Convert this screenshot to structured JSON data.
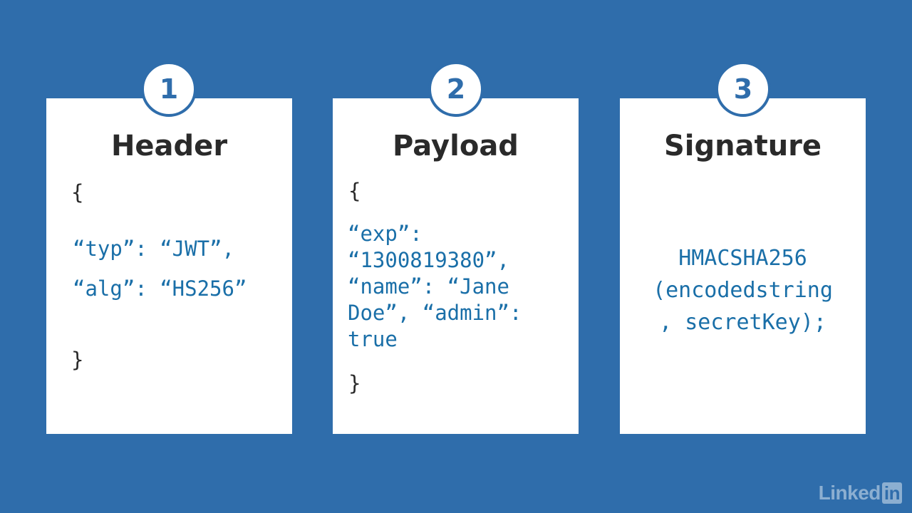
{
  "steps": [
    {
      "number": "1",
      "title": "Header",
      "open_brace": "{",
      "code_lines": [
        "“typ”: “JWT”,",
        "“alg”: “HS256”"
      ],
      "close_brace": "}"
    },
    {
      "number": "2",
      "title": "Payload",
      "open_brace": "{",
      "code_lines": [
        "“exp”:",
        "“1300819380”,",
        "“name”: “Jane",
        "Doe”, “admin”:",
        "true"
      ],
      "close_brace": "}"
    },
    {
      "number": "3",
      "title": "Signature",
      "code_lines": [
        "HMACSHA256",
        "(encodedstring",
        ", secretKey);"
      ]
    }
  ],
  "watermark": {
    "text": "Linked",
    "box": "in"
  },
  "colors": {
    "background": "#2f6dab",
    "card": "#ffffff",
    "code": "#1a6fa8",
    "title": "#2a2a2a"
  }
}
